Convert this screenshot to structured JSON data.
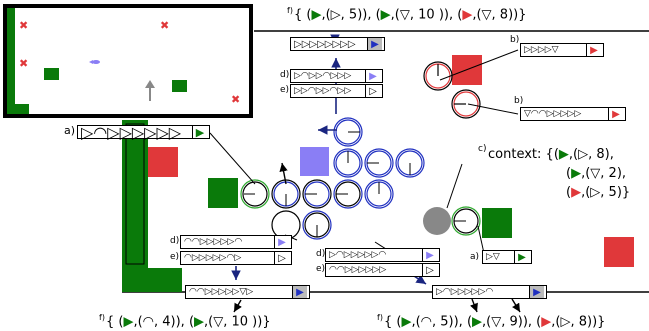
{
  "colors": {
    "green": "#0a7a0a",
    "red": "#e0383a",
    "purple": "#8a7ef5",
    "blue": "#2030c0",
    "navy": "#1a2580",
    "grey": "#888888",
    "black": "#000000"
  },
  "labels": {
    "a_top": "a)",
    "a_right": "a)",
    "b_top": "b)",
    "b_mid": "b)",
    "c": "c)",
    "d_top": "d)",
    "e_top": "e)",
    "d_left": "d)",
    "e_left": "e)",
    "d_mid": "d)",
    "e_mid": "e)",
    "f_top": "f)",
    "f_left": "f)",
    "f_right": "f)"
  },
  "context": {
    "title": "context:",
    "open": "{",
    "close": "}",
    "items": [
      {
        "color": "green",
        "shape": "▷",
        "count": "8"
      },
      {
        "color": "green",
        "shape": "▽",
        "count": "2"
      },
      {
        "color": "red",
        "shape": "▷",
        "count": "5"
      }
    ]
  },
  "f_top": {
    "items": [
      {
        "color": "green",
        "shape": "▷",
        "count": "5"
      },
      {
        "color": "green",
        "shape": "▽",
        "count": "10"
      },
      {
        "color": "red",
        "shape": "▽",
        "count": "8"
      }
    ]
  },
  "f_left": {
    "items": [
      {
        "color": "green",
        "shape": "◠",
        "count": "4"
      },
      {
        "color": "green",
        "shape": "▽",
        "count": "10"
      }
    ]
  },
  "f_right": {
    "items": [
      {
        "color": "green",
        "shape": "◠",
        "count": "5"
      },
      {
        "color": "green",
        "shape": "▽",
        "count": "9"
      },
      {
        "color": "red",
        "shape": "▷",
        "count": "8"
      }
    ]
  },
  "icons": [
    "red-x-icon",
    "blue-fish-icon",
    "grey-arrow-icon",
    "play-triangle-icon"
  ]
}
